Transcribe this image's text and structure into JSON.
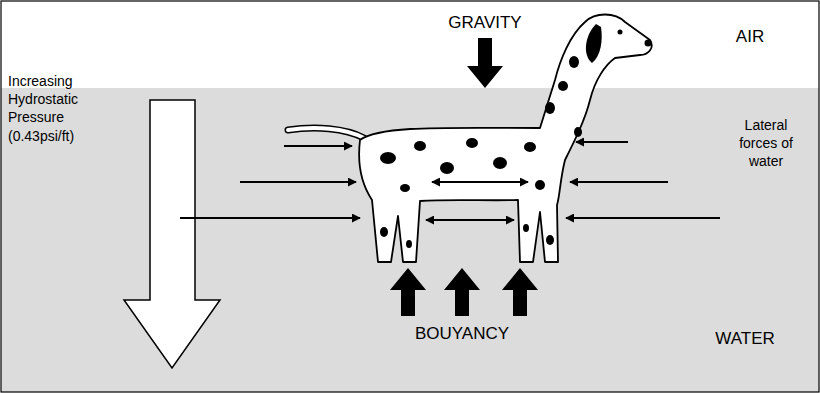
{
  "diagram": {
    "labels": [
      "GRAVITY",
      "AIR",
      "Increasing Hydrostatic Pressure (0.43psi/ft)",
      "Lateral forces of water",
      "BOUYANCY",
      "WATER"
    ]
  }
}
